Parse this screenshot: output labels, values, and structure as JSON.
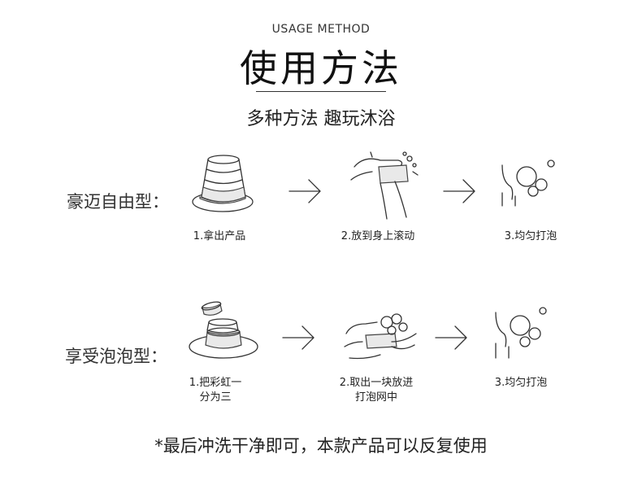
{
  "header": {
    "subtitle_en": "USAGE METHOD",
    "title_cn": "使用方法",
    "tagline": "多种方法  趣玩沐浴"
  },
  "rows": [
    {
      "label": "豪迈自由型：",
      "steps": [
        {
          "caption": "1.拿出产品",
          "icon": "soap-cup-icon"
        },
        {
          "caption": "2.放到身上滚动",
          "icon": "hands-rolling-icon"
        },
        {
          "caption": "3.均匀打泡",
          "icon": "body-bubbles-icon"
        }
      ]
    },
    {
      "label": "享受泡泡型：",
      "steps": [
        {
          "caption_line1": "1.把彩虹一",
          "caption_line2": "分为三",
          "icon": "split-soap-icon"
        },
        {
          "caption_line1": "2.取出一块放进",
          "caption_line2": "打泡网中",
          "icon": "hands-net-icon"
        },
        {
          "caption": "3.均匀打泡",
          "icon": "body-bubbles-icon"
        }
      ]
    }
  ],
  "footnote": "*最后冲洗干净即可，本款产品可以反复使用"
}
